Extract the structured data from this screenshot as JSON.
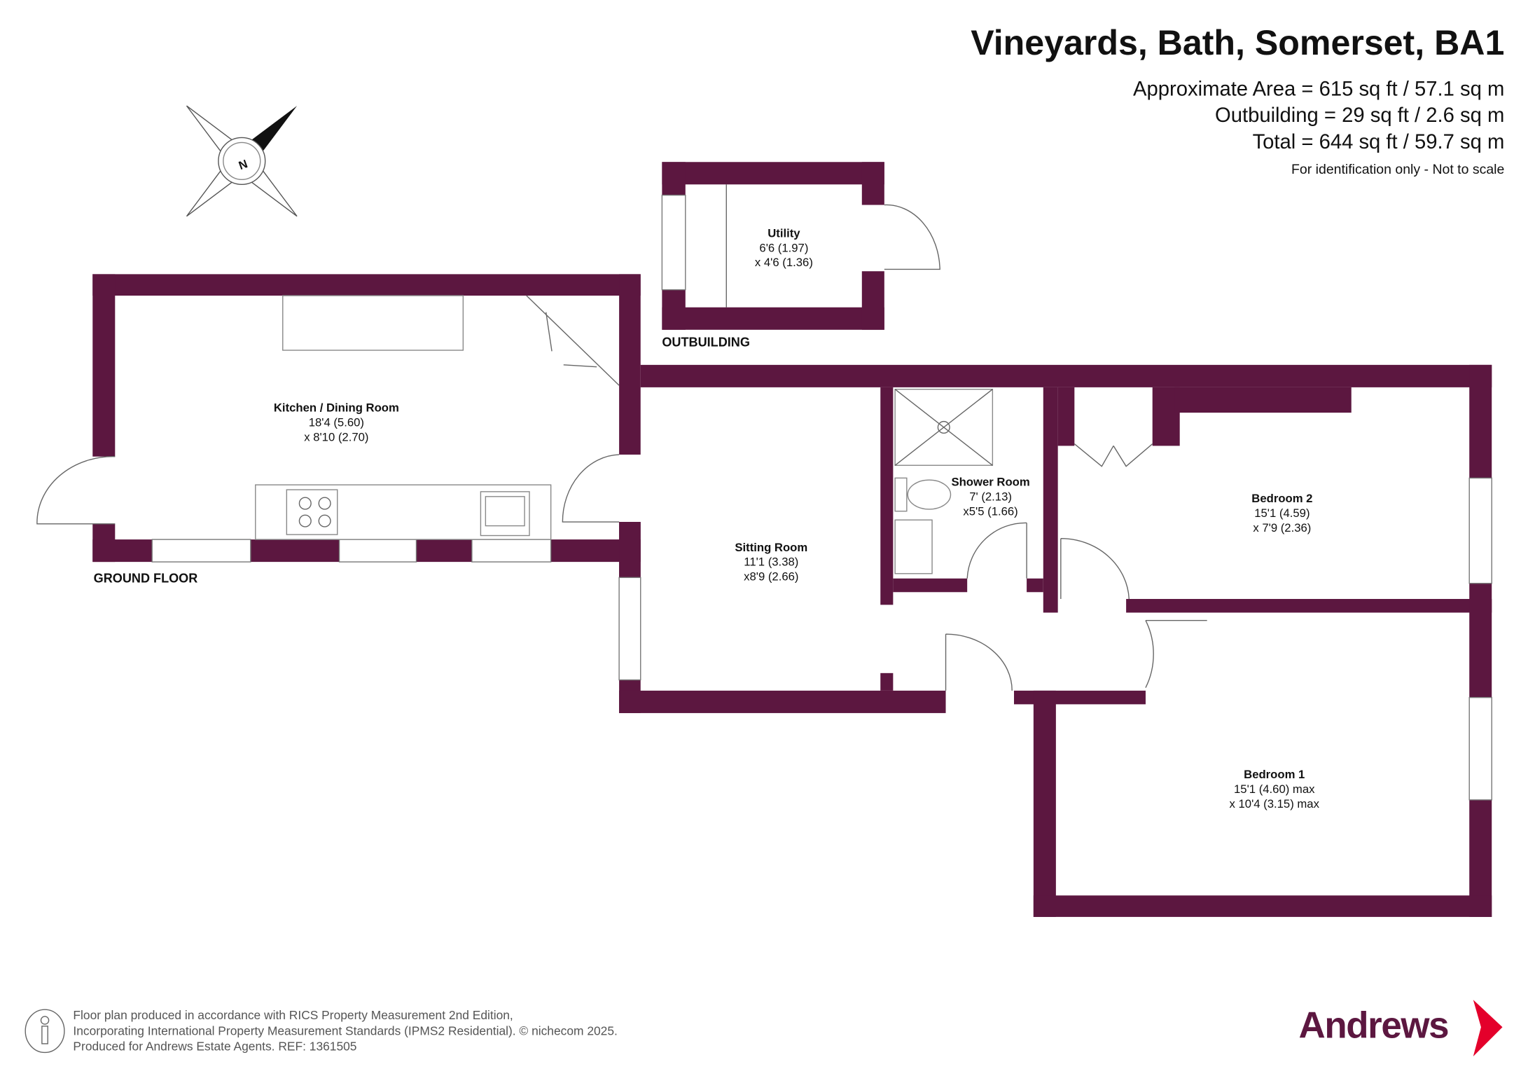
{
  "header": {
    "title": "Vineyards, Bath, Somerset, BA1",
    "area_main": "Approximate Area = 615 sq ft / 57.1 sq m",
    "area_outbuilding": "Outbuilding = 29 sq ft / 2.6 sq m",
    "area_total": "Total = 644 sq ft / 59.7 sq m",
    "disclaimer": "For identification only - Not to scale"
  },
  "compass": {
    "label": "N"
  },
  "floors": {
    "ground": "GROUND FLOOR",
    "outbuilding": "OUTBUILDING"
  },
  "rooms": {
    "utility": {
      "name": "Utility",
      "dim1": "6'6 (1.97)",
      "dim2": "x 4'6 (1.36)"
    },
    "kitchen": {
      "name": "Kitchen / Dining Room",
      "dim1": "18'4 (5.60)",
      "dim2": "x 8'10 (2.70)"
    },
    "sitting": {
      "name": "Sitting Room",
      "dim1": "11'1 (3.38)",
      "dim2": "x8'9 (2.66)"
    },
    "shower": {
      "name": "Shower Room",
      "dim1": "7' (2.13)",
      "dim2": "x5'5 (1.66)"
    },
    "bedroom2": {
      "name": "Bedroom 2",
      "dim1": "15'1 (4.59)",
      "dim2": "x 7'9 (2.36)"
    },
    "bedroom1": {
      "name": "Bedroom 1",
      "dim1": "15'1 (4.60) max",
      "dim2": "x 10'4 (3.15) max"
    }
  },
  "footer": {
    "line1": "Floor plan produced in accordance with RICS Property Measurement 2nd Edition,",
    "line2": "Incorporating International Property Measurement Standards (IPMS2 Residential).   © nichecom 2025.",
    "line3": "Produced for Andrews Estate Agents.   REF: 1361505",
    "brand": "Andrews"
  },
  "colors": {
    "wall": "#5c1740",
    "brand_red": "#e4002b"
  }
}
